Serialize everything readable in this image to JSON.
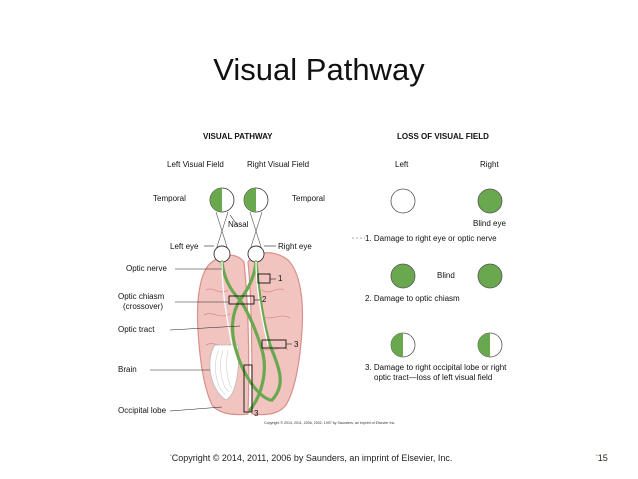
{
  "slide": {
    "title": "Visual Pathway",
    "footer_copyright": "Copyright © 2014, 2011, 2006 by Saunders, an imprint of Elsevier, Inc.",
    "page_number": "15"
  },
  "figure": {
    "left_panel": {
      "heading": "VISUAL PATHWAY",
      "left_field_label": "Left Visual Field",
      "right_field_label": "Right Visual Field",
      "temporal_left": "Temporal",
      "temporal_right": "Temporal",
      "nasal": "Nasal",
      "left_eye": "Left eye",
      "right_eye": "Right eye",
      "labels": {
        "optic_nerve": "Optic nerve",
        "optic_chiasm_line1": "Optic chiasm",
        "optic_chiasm_line2": "(crossover)",
        "optic_tract": "Optic tract",
        "brain": "Brain",
        "occipital_lobe": "Occipital lobe"
      },
      "markers": [
        "1",
        "2",
        "3",
        "3"
      ]
    },
    "right_panel": {
      "heading": "LOSS OF VISUAL FIELD",
      "col_left": "Left",
      "col_right": "Right",
      "blind_eye": "Blind eye",
      "blind": "Blind",
      "captions": {
        "c1": "1. Damage to right eye or optic nerve",
        "c2": "2. Damage to optic chiasm",
        "c3_line1": "3. Damage to right occipital lobe or right",
        "c3_line2": "optic tract—loss of left visual field"
      }
    },
    "figure_copyright": "Copyright © 2014, 2011, 2006, 2002, 1997 by Saunders, an imprint of Elsevier Inc."
  },
  "colors": {
    "green": "#6aa84f",
    "brain_fill": "#f2c4c0",
    "brain_stroke": "#d98f8a"
  }
}
